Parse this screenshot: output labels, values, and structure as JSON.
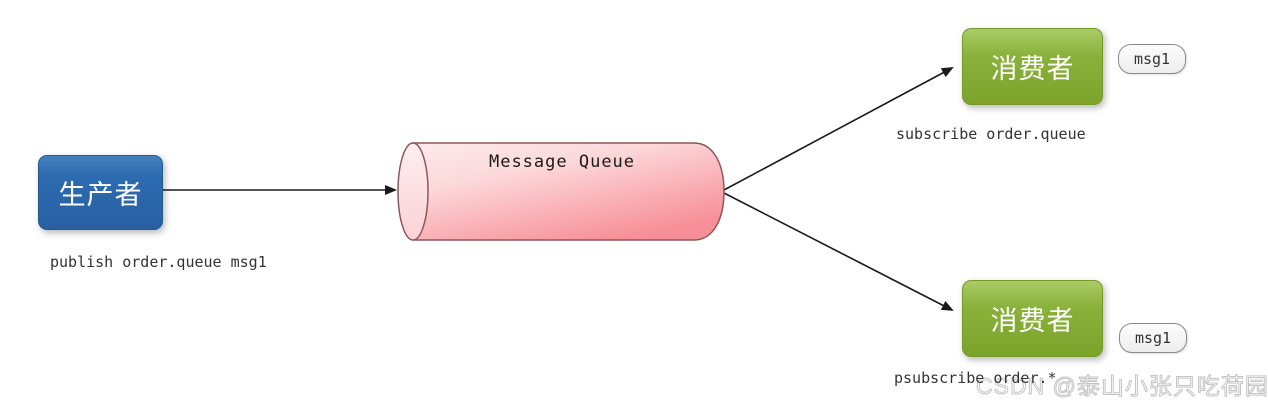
{
  "diagram": {
    "producer": {
      "label": "生产者",
      "caption": "publish order.queue msg1"
    },
    "queue": {
      "label": "Message Queue"
    },
    "consumers": [
      {
        "label": "消费者",
        "badge": "msg1",
        "caption": "subscribe order.queue"
      },
      {
        "label": "消费者",
        "badge": "msg1",
        "caption": "psubscribe order.*"
      }
    ],
    "watermark": "CSDN @泰山小张只吃荷园",
    "colors": {
      "producer_blue": "#2d6bb0",
      "consumer_green": "#8ab13b",
      "queue_pink_light": "#fde3e4",
      "queue_pink_dark": "#f78f98",
      "queue_border": "#8f565c",
      "arrow_black": "#1a1a1a",
      "badge_bg": "#f7f7f7",
      "badge_border": "#8a8a8a",
      "watermark_gray": "#c4c4c4"
    }
  }
}
